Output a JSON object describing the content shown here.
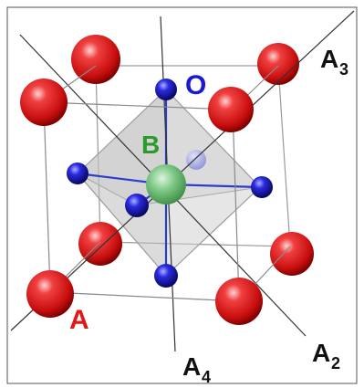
{
  "labels": {
    "oxygen": "O",
    "b_site": "B",
    "a_site": "A",
    "axis_a2": "A",
    "axis_a2_sub": "2",
    "axis_a3": "A",
    "axis_a3_sub": "3",
    "axis_a4": "A",
    "axis_a4_sub": "4"
  },
  "colors": {
    "a_atom": "#dd1a1a",
    "b_atom": "#5fb86a",
    "o_atom": "#1a1ad0",
    "label_o": "#1a1ad0",
    "label_b": "#2a9a2a",
    "label_a": "#e01818",
    "label_axis": "#111111",
    "octahedron": "#b8b8b8"
  }
}
